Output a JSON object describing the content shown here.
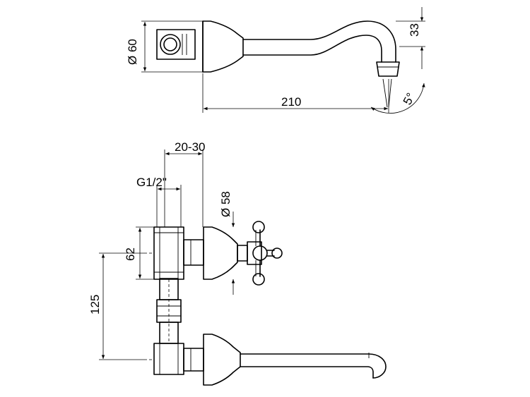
{
  "dimensions": {
    "top_diameter": "Ø 60",
    "top_height": "33",
    "top_length": "210",
    "top_angle": "5°",
    "offset_range": "20-30",
    "thread": "G1/2\"",
    "handle_diameter": "Ø 58",
    "body_height": "62",
    "center_distance": "125"
  },
  "colors": {
    "line": "#000000",
    "background": "#ffffff"
  }
}
